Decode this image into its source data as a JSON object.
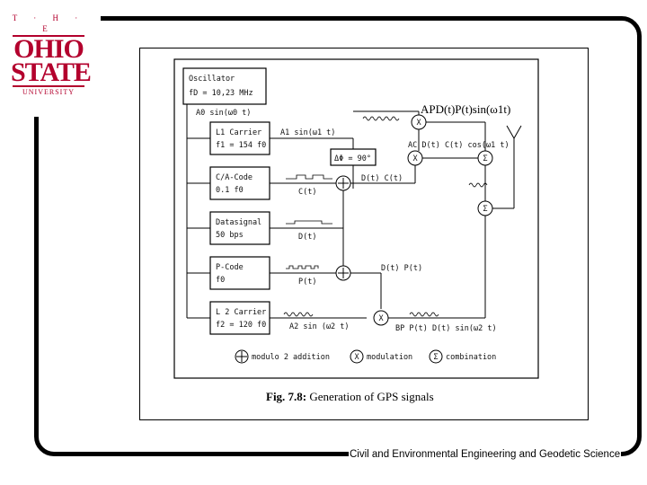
{
  "logo": {
    "top": "T · H · E",
    "line1": "OHIO",
    "line2": "STATE",
    "bottom": "UNIVERSITY"
  },
  "diagram": {
    "blocks": {
      "osc_title": "Oscillator",
      "osc_freq": "fD = 10,23 MHz",
      "l1_title": "L1 Carrier",
      "l1_freq": "f1 = 154 f0",
      "ca_title": "C/A-Code",
      "ca_freq": "0.1 f0",
      "data_title": "Datasignal",
      "data_rate": "50 bps",
      "p_title": "P-Code",
      "p_freq": "f0",
      "l2_title": "L 2 Carrier",
      "l2_freq": "f2 = 120 f0"
    },
    "signals": {
      "osc_out": "A0 sin(ω0 t)",
      "l1_out": "A1 sin(ω1 t)",
      "phase": "ΔΦ = 90°",
      "ca_out": "C(t)",
      "dc": "D(t) C(t)",
      "data_out": "D(t)",
      "p_out": "P(t)",
      "dp": "D(t) P(t)",
      "l2_out": "A2 sin (ω2 t)",
      "l1_ca": "AC D(t) C(t) cos(ω1 t)",
      "l2_mod": "BP P(t) D(t) sin(ω2 t)"
    },
    "operators": {
      "mod": "X",
      "comb": "Σ"
    },
    "legend": {
      "add": "modulo 2 addition",
      "mod": "modulation",
      "comb": "combination"
    },
    "overlay": "APD(t)P(t)sin(ω1t)",
    "caption_label": "Fig. 7.8:",
    "caption_text": "Generation of GPS signals"
  },
  "footer": "Civil and Environmental Engineering and Geodetic Science"
}
